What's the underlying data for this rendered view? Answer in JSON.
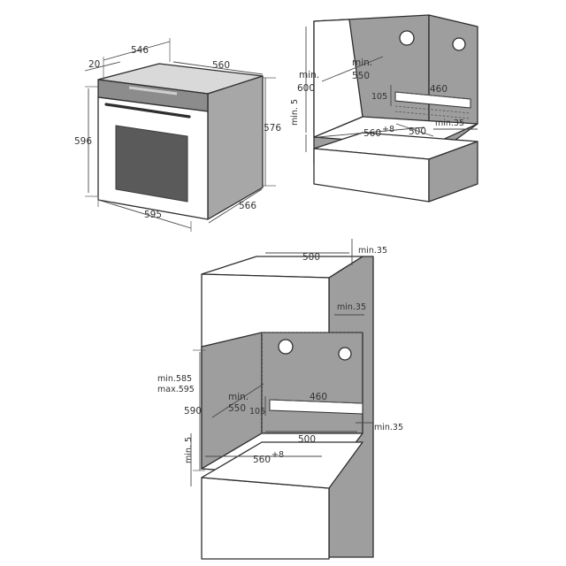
{
  "colors": {
    "background": "#ffffff",
    "cabinet_side": "#9e9e9e",
    "cabinet_front": "#ffffff",
    "oven_body": "#a7a7a7",
    "oven_window": "#5a5a5a",
    "line": "#333333"
  },
  "oven": {
    "depth_total": "546",
    "front_panel": "20",
    "body_width_top": "560",
    "height_left": "596",
    "height_right": "576",
    "front_width": "595",
    "side_depth": "566"
  },
  "cabinet_under_counter": {
    "min_height": "min.",
    "min_height_value": "600",
    "min_depth": "min.",
    "min_depth_value": "550",
    "vent_height": "105",
    "vent_width": "460",
    "base_width": "560",
    "base_width_tol": "+8",
    "rear_gap": "500",
    "side_gap": "min.35",
    "floor_gap": "min. 5"
  },
  "cabinet_tall": {
    "top_width": "500",
    "top_gap": "min.35",
    "side_gap_upper": "min.35",
    "niche_height_range_1": "min.585",
    "niche_height_range_2": "max.595",
    "niche_height": "590",
    "min_depth": "min.",
    "min_depth_value": "550",
    "vent_height": "105",
    "vent_width": "460",
    "side_gap_lower": "min.35",
    "rear_gap": "500",
    "base_width": "560",
    "base_width_tol": "+8",
    "floor_gap": "min. 5"
  }
}
